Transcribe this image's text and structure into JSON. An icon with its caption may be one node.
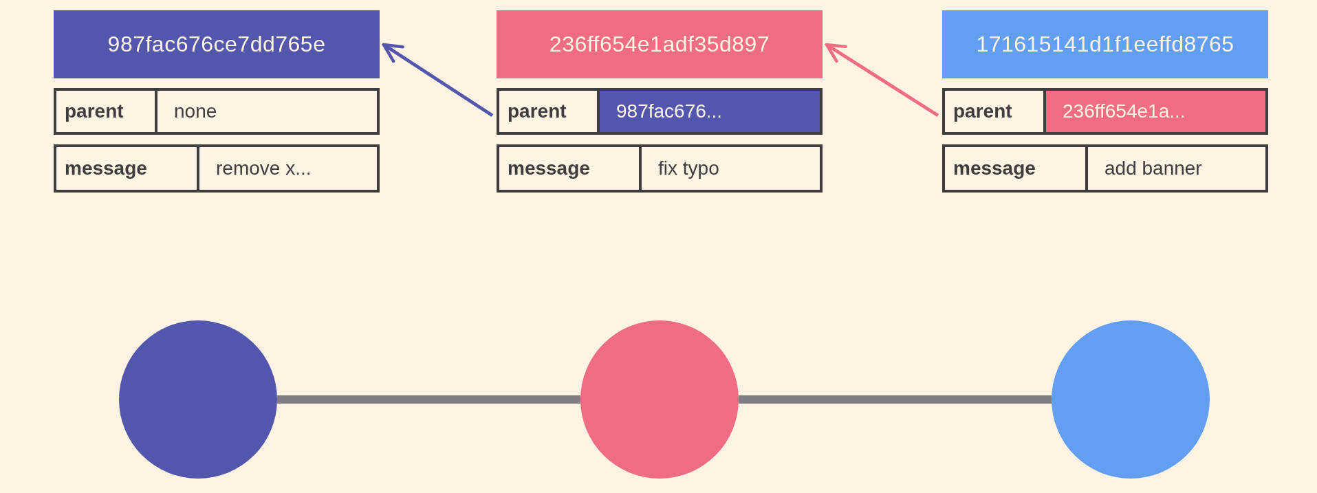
{
  "diagram": {
    "nodes": [
      {
        "text": [
          "987fac676ce7dd765e"
        ]
      },
      {
        "text": [
          "236ff654e1adf35d897"
        ]
      },
      {
        "text": [
          "171615141d1f1eeffd8765"
        ]
      },
      {
        "text": [
          "parent",
          "none"
        ]
      },
      {
        "text": [
          "parent",
          "987fac676..."
        ]
      },
      {
        "text": [
          "parent",
          "236ff654e1a..."
        ]
      },
      {
        "text": [
          "message",
          "remove x..."
        ]
      },
      {
        "text": [
          "message",
          "fix typo"
        ]
      },
      {
        "text": [
          "message",
          "add banner"
        ]
      },
      {
        "text": [],
        "shape": "circle"
      },
      {
        "text": [],
        "shape": "circle"
      },
      {
        "text": [],
        "shape": "circle"
      }
    ],
    "edges": [
      {
        "from": 4,
        "to": 0,
        "arrow": "to",
        "color": "#5356ad"
      },
      {
        "from": 5,
        "to": 1,
        "arrow": "to",
        "color": "#f06c82"
      },
      {
        "from": 9,
        "to": 10,
        "arrow": "none",
        "style": "thick"
      },
      {
        "from": 10,
        "to": 11,
        "arrow": "none",
        "style": "thick"
      }
    ]
  }
}
